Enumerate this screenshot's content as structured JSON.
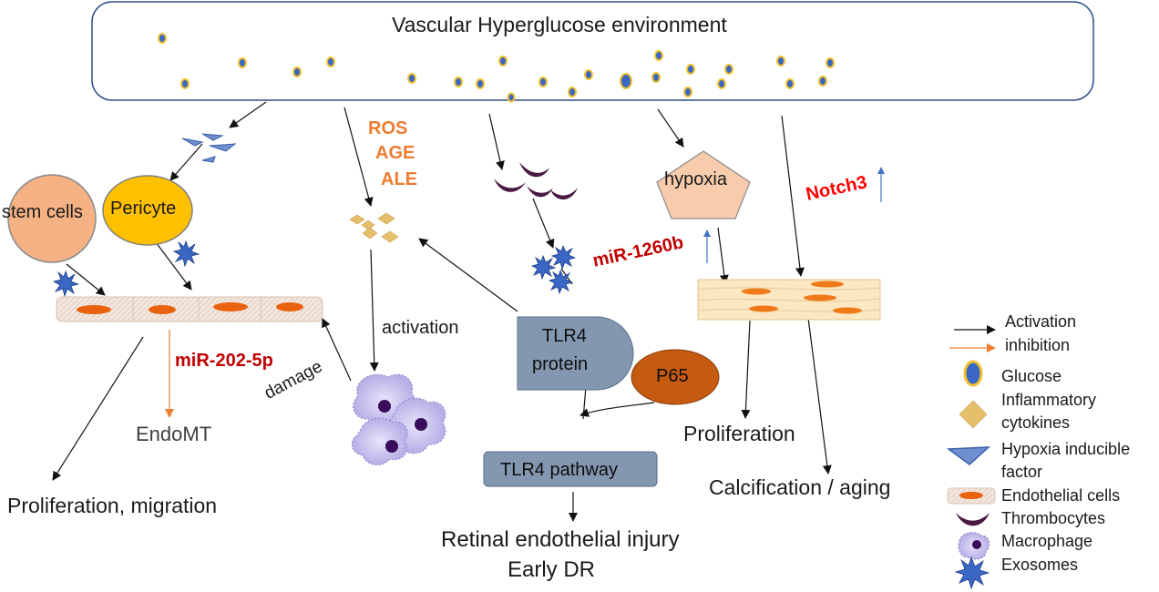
{
  "header": {
    "title": "Vascular Hyperglucose environment"
  },
  "nodes": {
    "stem_cells": "stem cells",
    "pericyte": "Pericyte",
    "ros": "ROS",
    "age": "AGE",
    "ale": "ALE",
    "hypoxia": "hypoxia",
    "notch3": "Notch3",
    "mir_1260b": "miR-1260b",
    "mir_202_5p": "miR-202-5p",
    "activation": "activation",
    "damage": "damage",
    "tlr4_protein_line1": "TLR4",
    "tlr4_protein_line2": "protein",
    "p65": "P65",
    "tlr4_pathway": "TLR4 pathway",
    "endomt": "EndoMT",
    "proliferation_migration": "Proliferation, migration",
    "retinal_injury": "Retinal endothelial injury",
    "early_dr": "Early DR",
    "proliferation": "Proliferation",
    "calcification": "Calcification / aging"
  },
  "legend": {
    "activation": "Activation",
    "inhibition": "inhibition",
    "glucose": "Glucose",
    "inflammatory_line1": "Inflammatory",
    "inflammatory_line2": "cytokines",
    "hif_line1": "Hypoxia inducible",
    "hif_line2": "factor",
    "endothelial": "Endothelial cells",
    "thrombocytes": "Thrombocytes",
    "macrophage": "Macrophage",
    "exosomes": "Exosomes"
  },
  "colors": {
    "glucose_fill": "#3a66c4",
    "glucose_ring": "#f2c12e",
    "orange_text": "#ed7d31",
    "red_text": "#c00000",
    "bright_red_text": "#ff0000",
    "stem_cell_fill": "#f4b183",
    "pericyte_fill": "#ffc000",
    "hypoxia_fill": "#f8cbad",
    "tlr4_fill": "#8497b0",
    "p65_fill": "#c55a11",
    "cytokine_fill": "#e6bf6a",
    "thrombocyte_fill": "#4a1942",
    "exosome_fill": "#3a66c4",
    "inhibition_arrow": "#ed7d31",
    "up_arrow": "#4472c4"
  }
}
